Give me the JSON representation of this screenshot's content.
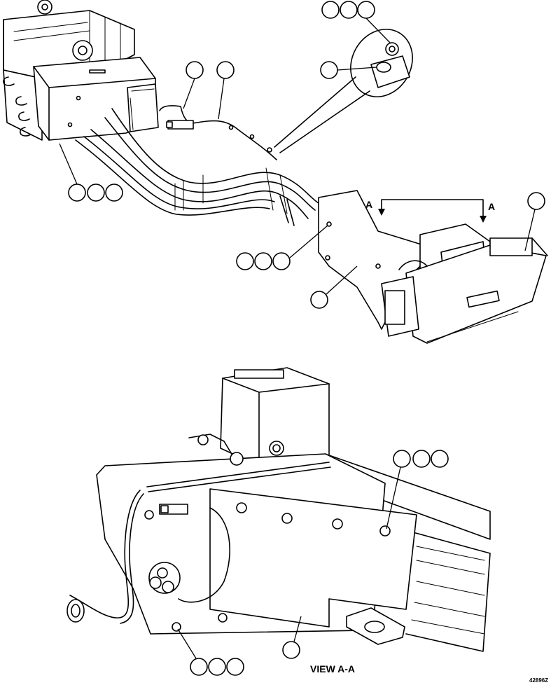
{
  "view_letter_left": "A",
  "view_letter_right": "A",
  "view_caption": "VIEW A-A",
  "drawing_number": "42896Z"
}
